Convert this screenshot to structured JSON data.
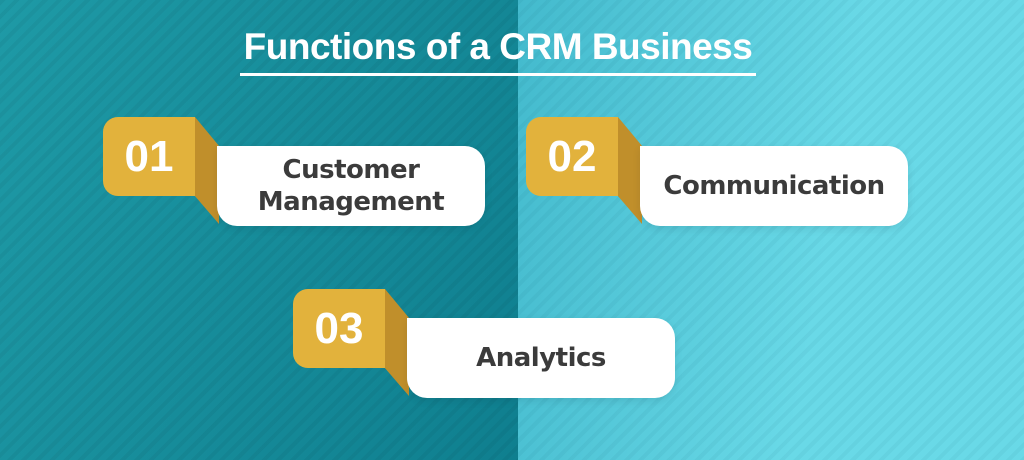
{
  "title": {
    "text": "Functions of a CRM Business"
  },
  "items": [
    {
      "number": "01",
      "label": "Customer Management"
    },
    {
      "number": "02",
      "label": "Communication"
    },
    {
      "number": "03",
      "label": "Analytics"
    }
  ],
  "colors": {
    "badge_gold": "#E2B23C",
    "fold_gold": "#C08F2B",
    "bg_left_start": "#1E9AA6",
    "bg_left_end": "#0F7F8F",
    "bg_right_start": "#43BACD",
    "bg_right_end": "#69D9E7",
    "label_text": "#3B3B3B",
    "title_text": "#FFFFFF",
    "box_bg": "#FFFFFF"
  }
}
